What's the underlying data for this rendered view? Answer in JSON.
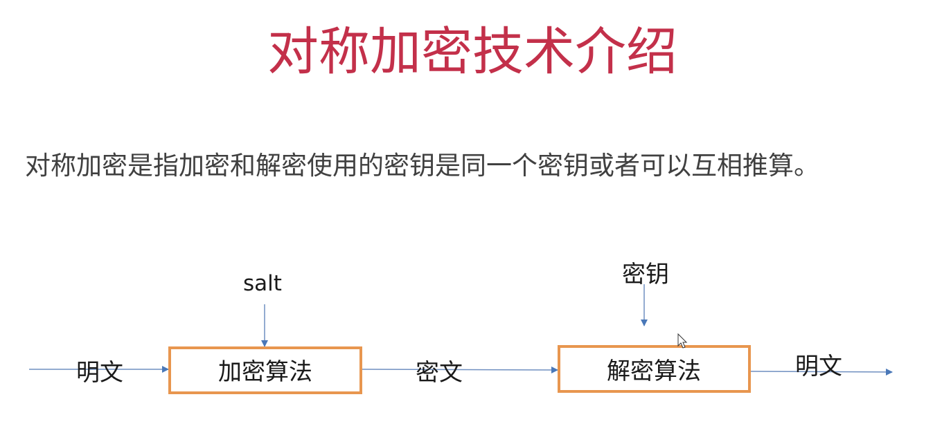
{
  "slide": {
    "title": "对称加密技术介绍",
    "description": "对称加密是指加密和解密使用的密钥是同一个密钥或者可以互相推算。"
  },
  "diagram": {
    "input_label": "明文",
    "salt_label": "salt",
    "encrypt_box_label": "加密算法",
    "ciphertext_label": "密文",
    "key_label": "密钥",
    "decrypt_box_label": "解密算法",
    "output_label": "明文"
  },
  "colors": {
    "title": "#c3304a",
    "body_text": "#404040",
    "box_border": "#e8964f",
    "arrow": "#4a78b8"
  }
}
